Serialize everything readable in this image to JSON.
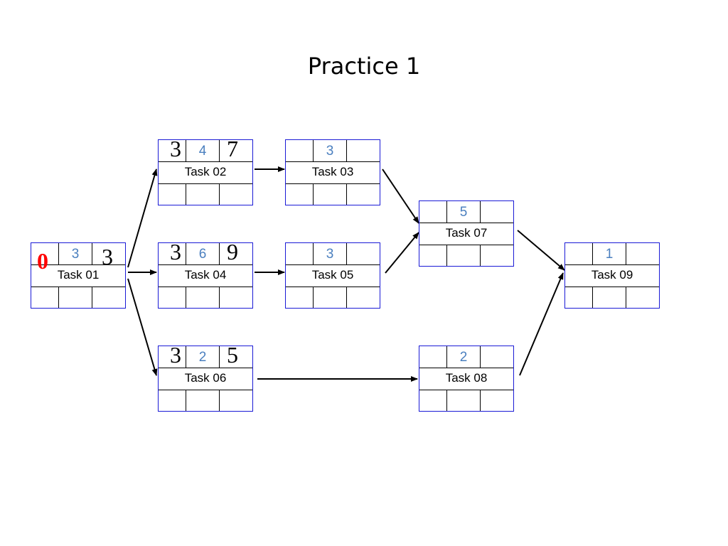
{
  "title": "Practice 1",
  "tasks": [
    {
      "id": "t01",
      "name": "Task 01",
      "duration": "3",
      "es": "0",
      "ef": "3"
    },
    {
      "id": "t02",
      "name": "Task 02",
      "duration": "4",
      "es": "3",
      "ef": "7"
    },
    {
      "id": "t03",
      "name": "Task 03",
      "duration": "3",
      "es": "",
      "ef": ""
    },
    {
      "id": "t04",
      "name": "Task 04",
      "duration": "6",
      "es": "3",
      "ef": "9"
    },
    {
      "id": "t05",
      "name": "Task 05",
      "duration": "3",
      "es": "",
      "ef": ""
    },
    {
      "id": "t06",
      "name": "Task 06",
      "duration": "2",
      "es": "3",
      "ef": "5"
    },
    {
      "id": "t07",
      "name": "Task 07",
      "duration": "5",
      "es": "",
      "ef": ""
    },
    {
      "id": "t08",
      "name": "Task 08",
      "duration": "2",
      "es": "",
      "ef": ""
    },
    {
      "id": "t09",
      "name": "Task 09",
      "duration": "1",
      "es": "",
      "ef": ""
    }
  ],
  "edges": [
    {
      "from": "t01",
      "to": "t02"
    },
    {
      "from": "t01",
      "to": "t04"
    },
    {
      "from": "t01",
      "to": "t06"
    },
    {
      "from": "t02",
      "to": "t03"
    },
    {
      "from": "t04",
      "to": "t05"
    },
    {
      "from": "t03",
      "to": "t07"
    },
    {
      "from": "t05",
      "to": "t07"
    },
    {
      "from": "t06",
      "to": "t08"
    },
    {
      "from": "t07",
      "to": "t09"
    },
    {
      "from": "t08",
      "to": "t09"
    }
  ],
  "colors": {
    "node_border": "#1a1ad6",
    "duration_text": "#4a7fbf",
    "highlight_start": "#ff0000",
    "arrow": "#000000"
  }
}
